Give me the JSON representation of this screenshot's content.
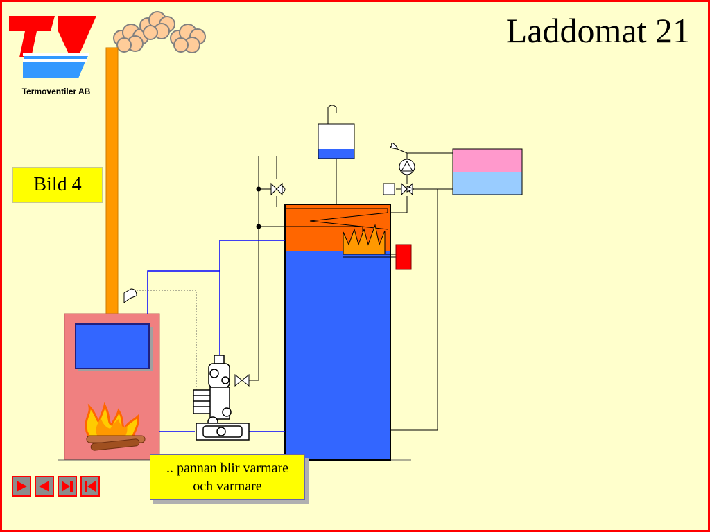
{
  "slide": {
    "title": "Laddomat 21",
    "company": "Termoventiler AB",
    "label": "Bild 4",
    "caption_lines": [
      ".. pannan blir varmare",
      "och varmare"
    ]
  },
  "colors": {
    "background": "#ffffcc",
    "frame": "#ff0000",
    "boiler": "#f08080",
    "tank_water": "#3366ff",
    "tank_hot": "#ff6600",
    "chimney": "#ff9900",
    "pipe": "#0000ff",
    "expansion_pink": "#ff99cc",
    "expansion_blue": "#99ccff",
    "label_bg": "#ffff00"
  },
  "icons": {
    "logo": "termoventiler-logo",
    "smoke": "smoke-cloud-icon",
    "fire": "fire-icon",
    "nav": [
      "next-slide-icon",
      "previous-slide-icon",
      "last-slide-icon",
      "first-slide-icon"
    ]
  }
}
